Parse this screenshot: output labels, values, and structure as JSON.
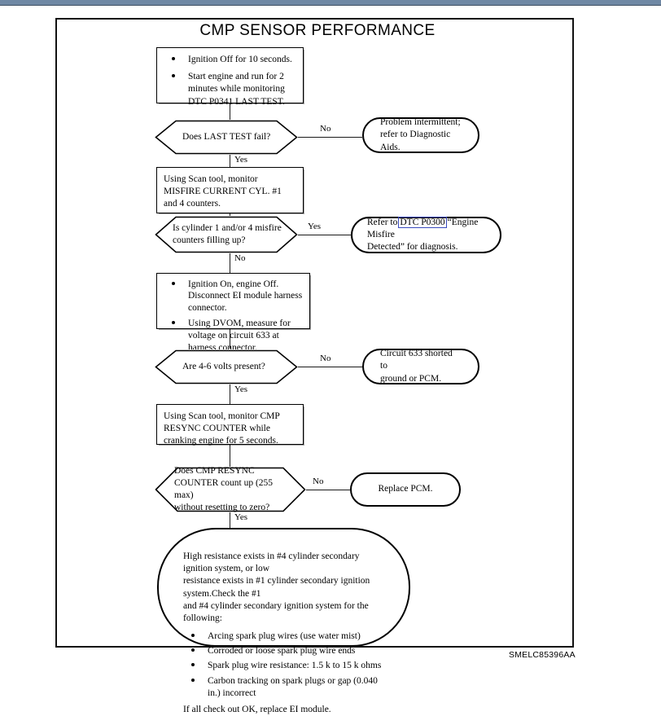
{
  "document": {
    "title": "CMP SENSOR PERFORMANCE",
    "figure_id": "SMELC85396AA"
  },
  "theme": {
    "top_bar_color": "#6f88a4",
    "line_color": "#1a1a1a",
    "link_border_color": "#3a4bbf",
    "page_background": "#ffffff"
  },
  "flowchart": {
    "type": "diagnostic-flowchart",
    "nodes": [
      {
        "id": "step1",
        "shape": "process",
        "bullets": [
          "Ignition Off for 10 seconds.",
          "Start engine and run for 2 minutes while monitoring DTC P0341 LAST TEST."
        ]
      },
      {
        "id": "decision1",
        "shape": "decision",
        "text": "Does LAST TEST fail?",
        "yes_label": "Yes",
        "no_label": "No"
      },
      {
        "id": "terminal1",
        "shape": "terminal",
        "line1": "Problem intermittent;",
        "line2": "refer to Diagnostic Aids."
      },
      {
        "id": "step2",
        "shape": "process",
        "line1": "Using Scan tool, monitor",
        "line2": "MISFIRE CURRENT CYL. #1",
        "line3": "and 4 counters."
      },
      {
        "id": "decision2",
        "shape": "decision",
        "line1": "Is cylinder 1 and/or 4 misfire",
        "line2": "counters filling up?",
        "yes_label": "Yes",
        "no_label": "No"
      },
      {
        "id": "terminal2",
        "shape": "terminal",
        "prefix": "Refer to",
        "link": "DTC P0300",
        "suffix": "“Engine Misfire",
        "line2": "Detected” for diagnosis."
      },
      {
        "id": "step3",
        "shape": "process",
        "bullets": [
          "Ignition On, engine Off.",
          "Disconnect EI module harness connector.",
          "Using DVOM, measure for voltage on circuit 633 at harness connector."
        ]
      },
      {
        "id": "decision3",
        "shape": "decision",
        "text": "Are 4-6 volts present?",
        "yes_label": "Yes",
        "no_label": "No"
      },
      {
        "id": "terminal3",
        "shape": "terminal",
        "line1": "Circuit 633 shorted to",
        "line2": "ground or PCM."
      },
      {
        "id": "step4",
        "shape": "process",
        "line1": "Using Scan tool, monitor CMP",
        "line2": "RESYNC COUNTER while",
        "line3": "cranking engine for 5 seconds."
      },
      {
        "id": "decision4",
        "shape": "decision",
        "line1": "Does CMP RESYNC",
        "line2": "COUNTER count up (255 max)",
        "line3": "without resetting to zero?",
        "yes_label": "Yes",
        "no_label": "No"
      },
      {
        "id": "terminal4",
        "shape": "terminal",
        "text": "Replace PCM."
      },
      {
        "id": "terminal5",
        "shape": "terminal-big",
        "para1_line1": "High resistance exists in #4 cylinder secondary ignition system, or low",
        "para1_line2": "resistance exists in #1 cylinder secondary ignition system.Check the #1",
        "para1_line3": "and #4 cylinder secondary ignition system for the following:",
        "bullets": [
          "Arcing spark plug wires (use water mist)",
          "Corroded or loose spark plug wire ends",
          "Spark plug wire resistance: 1.5 k to 15 k ohms",
          "Carbon tracking on spark plugs or gap (0.040 in.) incorrect"
        ],
        "closing": "If all check out OK, replace EI module."
      }
    ],
    "edge_labels": {
      "d1_no": "No",
      "d1_yes": "Yes",
      "d2_yes": "Yes",
      "d2_no": "No",
      "d3_no": "No",
      "d3_yes": "Yes",
      "d4_no": "No",
      "d4_yes": "Yes"
    }
  }
}
